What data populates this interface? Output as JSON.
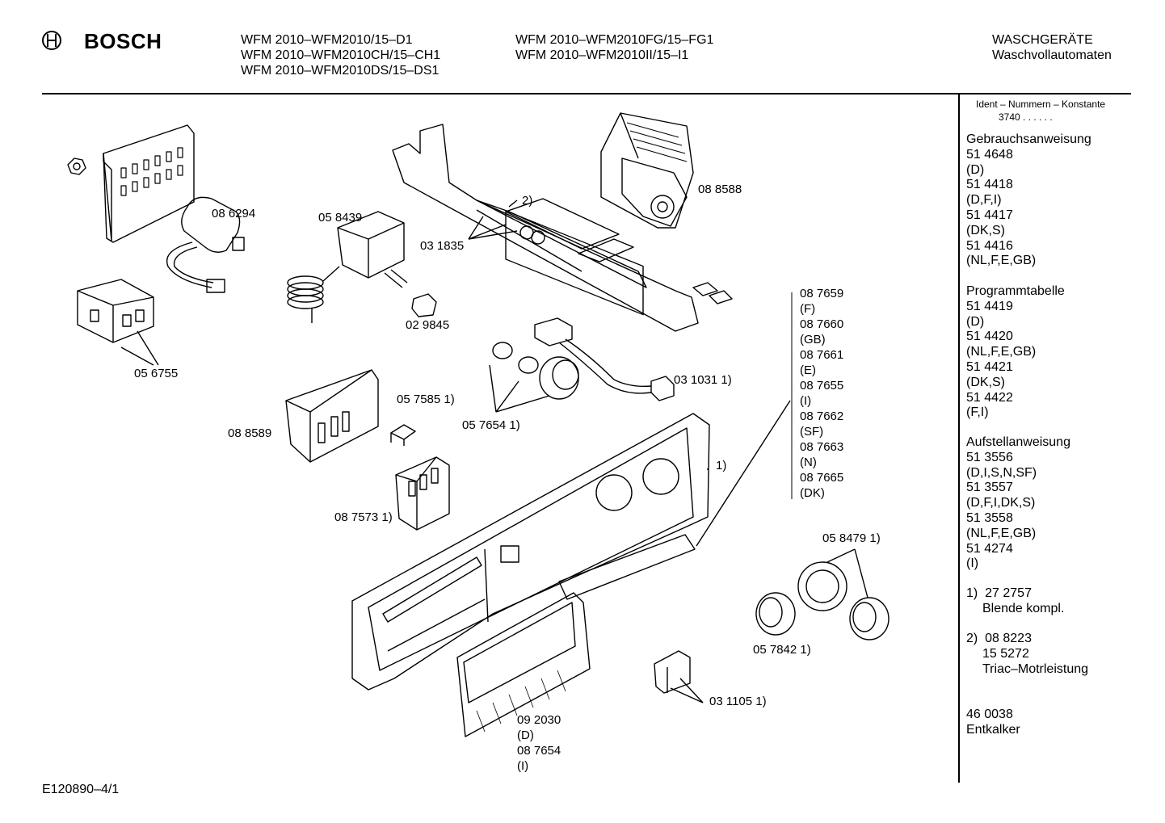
{
  "header": {
    "brand": "BOSCH",
    "models_col1": [
      "WFM 2010–WFM2010/15–D1",
      "WFM 2010–WFM2010CH/15–CH1",
      "WFM 2010–WFM2010DS/15–DS1"
    ],
    "models_col2": [
      "WFM 2010–WFM2010FG/15–FG1",
      "WFM 2010–WFM2010II/15–I1"
    ],
    "category": "WASCHGERÄTE",
    "subcategory": "Waschvollautomaten"
  },
  "sidebar": {
    "ident_title": "Ident – Nummern – Konstante",
    "ident_value": "3740 . .  . . . .",
    "sections": [
      {
        "title": "Gebrauchsanweisung",
        "lines": [
          "51 4648",
          "(D)",
          "51 4418",
          "(D,F,I)",
          "51 4417",
          "(DK,S)",
          "51 4416",
          "(NL,F,E,GB)"
        ]
      },
      {
        "title": "Programmtabelle",
        "lines": [
          "51 4419",
          "(D)",
          "51 4420",
          "(NL,F,E,GB)",
          "51 4421",
          "(DK,S)",
          "51 4422",
          "(F,I)"
        ]
      },
      {
        "title": "Aufstellanweisung",
        "lines": [
          "51 3556",
          "(D,I,S,N,SF)",
          "51 3557",
          "(D,F,I,DK,S)",
          "51 3558",
          "(NL,F,E,GB)",
          "51 4274",
          "(I)"
        ]
      }
    ],
    "notes": [
      {
        "marker": "1)",
        "lines": [
          "27 2757",
          "Blende kompl."
        ]
      },
      {
        "marker": "2)",
        "lines": [
          "08 8223",
          "15 5272",
          "Triac–Motrleistung"
        ]
      }
    ],
    "extra": [
      "46 0038",
      "Entkalker"
    ]
  },
  "parts": {
    "p086294": "08 6294",
    "p058439": "05 8439",
    "p031835": "03 1835",
    "p088588": "08 8588",
    "p029845": "02 9845",
    "p056755": "05 6755",
    "p0575851": "05 7585 1)",
    "p088589": "08 8589",
    "p0576541": "05 7654 1)",
    "p0310311": "03 1031 1)",
    "p0875731": "08 7573 1)",
    "p0584791": "05 8479 1)",
    "p0578421": "05 7842 1)",
    "p0311051": "03 1105 1)",
    "note1": "1)",
    "note2": "2)",
    "display_list": [
      "08 7659",
      "(F)",
      "08 7660",
      "(GB)",
      "08 7661",
      "(E)",
      "08 7655",
      "(I)",
      "08 7662",
      "(SF)",
      "08 7663",
      "(N)",
      "08 7665",
      "(DK)"
    ],
    "bottom_list": [
      "09 2030",
      "(D)",
      "08 7654",
      "(I)"
    ]
  },
  "footer": {
    "code": "E120890–4/1"
  }
}
